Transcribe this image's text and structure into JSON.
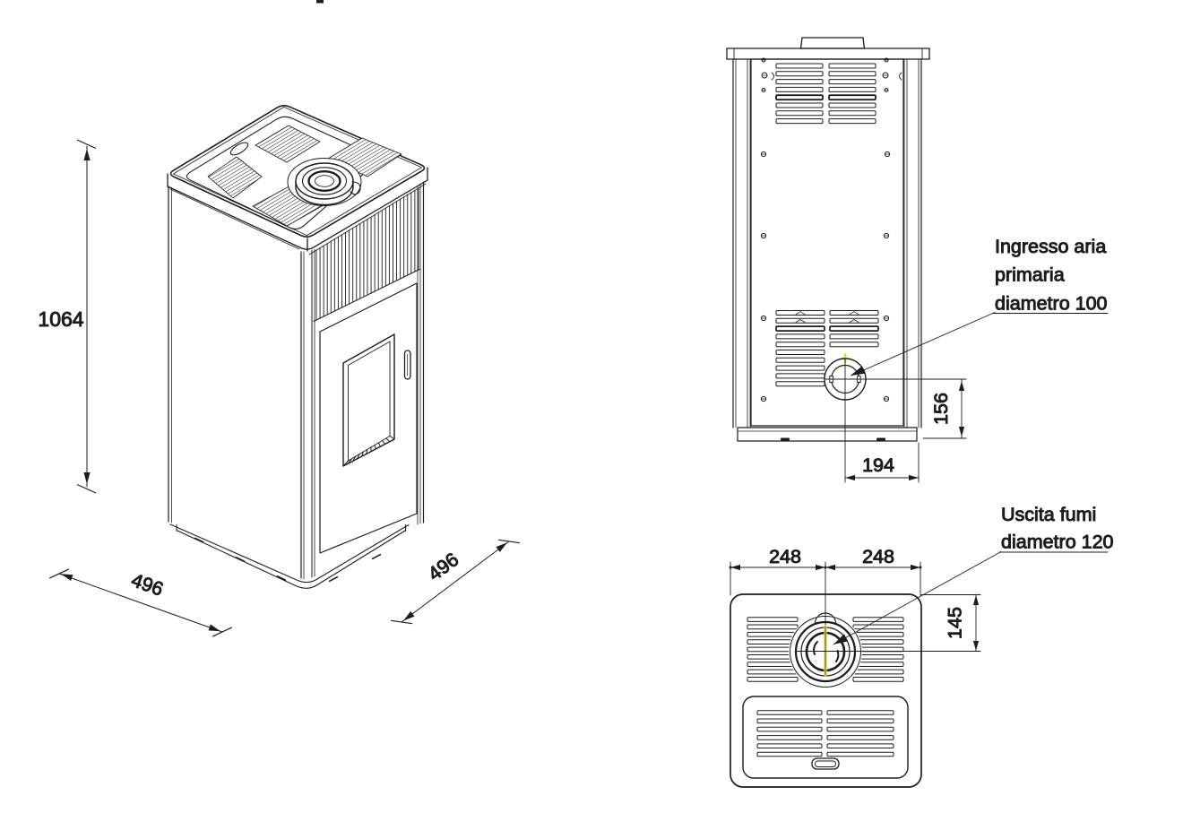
{
  "drawing": {
    "colors": {
      "line": "#1d1d1d",
      "accent_yellow": "#e8d93a",
      "background": "#ffffff"
    },
    "iso_view": {
      "height_mm": "1064",
      "depth_mm": "496",
      "width_mm": "496"
    },
    "rear_view": {
      "inlet_label_line1": "Ingresso aria",
      "inlet_label_line2": "primaria",
      "inlet_label_line3": "diametro 100",
      "inlet_center_height_mm": "156",
      "inlet_center_offset_mm": "194"
    },
    "top_view": {
      "flue_label_line1": "Uscita fumi",
      "flue_label_line2": "diametro 120",
      "half_width_left_mm": "248",
      "half_width_right_mm": "248",
      "flue_center_depth_mm": "145"
    }
  }
}
